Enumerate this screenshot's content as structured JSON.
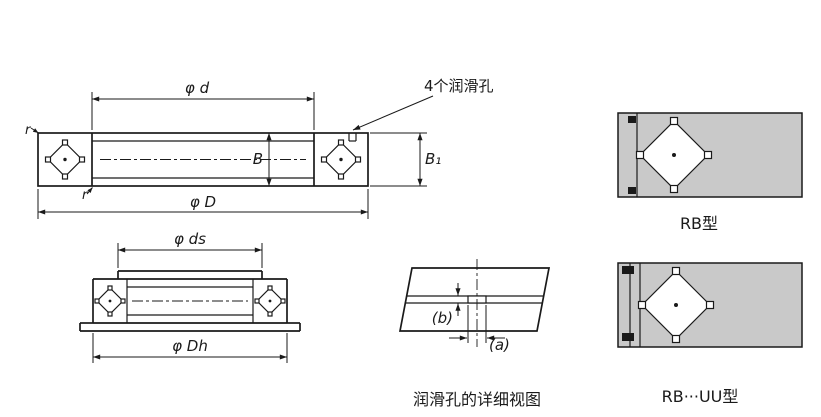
{
  "main_view": {
    "phi_d_label": "φ d",
    "phi_D_label": "φ D",
    "b_label": "B",
    "b1_label": "B₁",
    "r_top_label": "r",
    "r_bottom_label": "r",
    "lube_holes_note": "4个润滑孔"
  },
  "mount_view": {
    "phi_ds_label": "φ ds",
    "phi_dh_label": "φ Dh"
  },
  "detail_view": {
    "a_label": "(a)",
    "b_label": "(b)",
    "caption": "润滑孔的详细视图"
  },
  "type_views": {
    "rb_label": "RB型",
    "rb_uu_label": "RB···UU型"
  },
  "colors": {
    "line": "#1a1a1a",
    "section_fill": "#c9c9c9",
    "background": "#ffffff"
  }
}
